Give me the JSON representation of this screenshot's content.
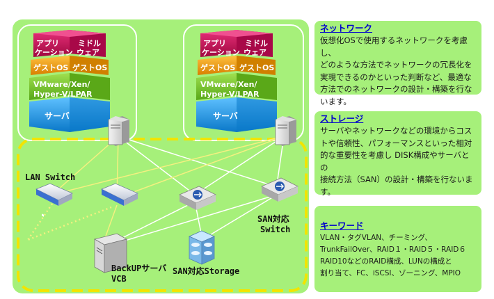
{
  "stacks": [
    {
      "application": [
        "アプリ",
        "ケーション"
      ],
      "middleware": [
        "ミドル",
        "ウェア"
      ],
      "guest_os": [
        "ゲストOS",
        "ゲストOS"
      ],
      "hypervisor": [
        "VMware/Xen/",
        "Hyper-V/LPAR"
      ],
      "server": "サーバ"
    },
    {
      "application": [
        "アプリ",
        "ケーション"
      ],
      "middleware": [
        "ミドル",
        "ウェア"
      ],
      "guest_os": [
        "ゲストOS",
        "ゲストOS"
      ],
      "hypervisor": [
        "VMware/Xen/",
        "Hyper-V/LPAR"
      ],
      "server": "サーバ"
    }
  ],
  "devices": {
    "lan_switch": "LAN Switch",
    "san_switch": [
      "SAN対応",
      "Switch"
    ],
    "backup": [
      "BackUPサーバ",
      "VCB"
    ],
    "storage": "SAN対応Storage"
  },
  "colors": {
    "panel": "#a6f07a",
    "application": "#c8104f",
    "guest_os": "#f0a010",
    "hypervisor": "#78c82a",
    "server": "#1e96e0",
    "dashed_border": "#f2e400",
    "link_title": "#0000cc"
  },
  "info": {
    "network": {
      "title": "ネットワーク",
      "lines": [
        "仮想化OSで使用するネットワークを考慮し、",
        "どのような方法でネットワークの冗長化を",
        "実現できるのかといった判断など、最適な",
        "方法でのネットワークの設計・構築を行な",
        "います。"
      ]
    },
    "storage": {
      "title": "ストレージ",
      "lines": [
        "サーバやネットワークなどの環境からコス",
        "トや信頼性、パフォーマンスといった相対",
        "的な重要性を考慮し DISK構成やサーバとの",
        "接続方法（SAN）の設計・構築を行ないます。"
      ]
    },
    "keyword": {
      "title": "キーワード",
      "lines": [
        "VLAN・タグVLAN、チーミング、",
        "TrunkFailOver、RAID１・RAID５・RAID６",
        "RAID10などのRAID構成、LUNの構成と",
        "割り当て、FC、iSCSI、ゾーニング、MPIO"
      ]
    }
  }
}
